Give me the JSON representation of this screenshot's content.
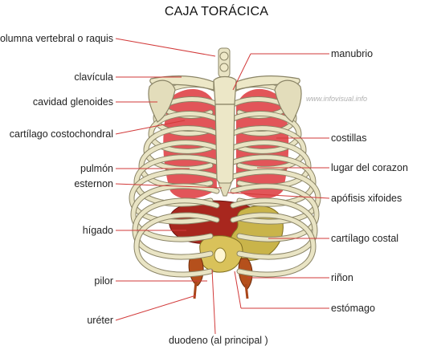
{
  "title": "CAJA TORÁCICA",
  "watermark": "www.infovisual.info",
  "labels_left": [
    "columna vertebral o raquis",
    "clavícula",
    "cavidad glenoides",
    "cartílago costochondral",
    "pulmón",
    "esternon",
    "hígado",
    "pilor",
    "uréter"
  ],
  "labels_right": [
    "manubrio",
    "costillas",
    "lugar del corazon",
    "apófisis xifoides",
    "cartílago costal",
    "riñon",
    "estómago"
  ],
  "label_bottom": "duodeno (al principal )",
  "colors": {
    "bone": "#e9e4c4",
    "bone_outline": "#8a8466",
    "lung": "#e0474b",
    "liver": "#a8271e",
    "stomach": "#c9b44a",
    "kidney": "#b5501c",
    "leader_line": "#d23a3a"
  }
}
